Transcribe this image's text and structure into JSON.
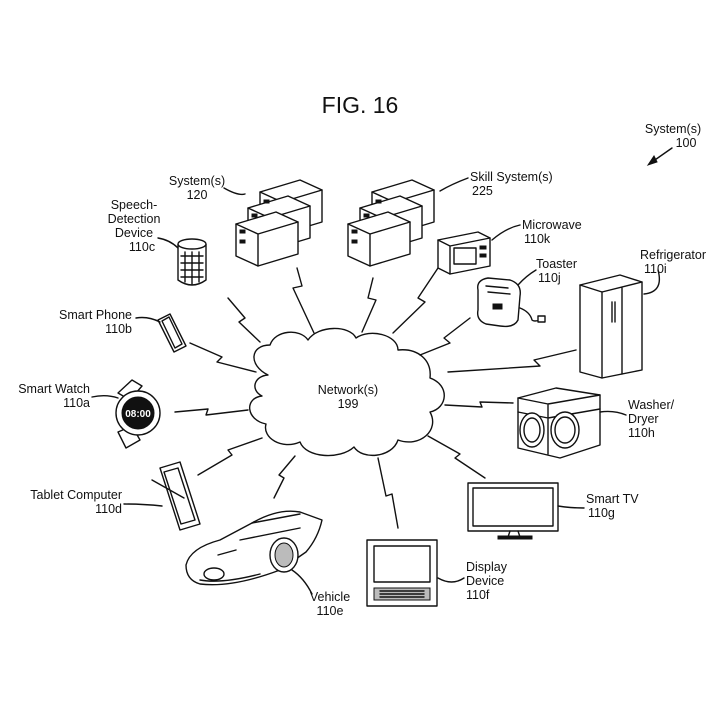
{
  "figure_title": "FIG. 16",
  "reference_label": {
    "text": "System(s)",
    "number": "100"
  },
  "network": {
    "label": "Network(s)",
    "number": "199"
  },
  "devices": {
    "system": {
      "label": "System(s)",
      "number": "120"
    },
    "skill_system": {
      "label": "Skill System(s)",
      "number": "225"
    },
    "speech_device": {
      "line1": "Speech-",
      "line2": "Detection",
      "line3": "Device",
      "number": "110c"
    },
    "microwave": {
      "label": "Microwave",
      "number": "110k"
    },
    "toaster": {
      "label": "Toaster",
      "number": "110j"
    },
    "refrigerator": {
      "label": "Refrigerator",
      "number": "110i"
    },
    "smart_phone": {
      "label": "Smart Phone",
      "number": "110b"
    },
    "smart_watch": {
      "label": "Smart Watch",
      "number": "110a",
      "face_text": "08:00"
    },
    "washer_dryer": {
      "line1": "Washer/",
      "line2": "Dryer",
      "number": "110h"
    },
    "tablet": {
      "label": "Tablet Computer",
      "number": "110d"
    },
    "smart_tv": {
      "label": "Smart TV",
      "number": "110g"
    },
    "display_device": {
      "line1": "Display",
      "line2": "Device",
      "number": "110f"
    },
    "vehicle": {
      "label": "Vehicle",
      "number": "110e"
    }
  }
}
